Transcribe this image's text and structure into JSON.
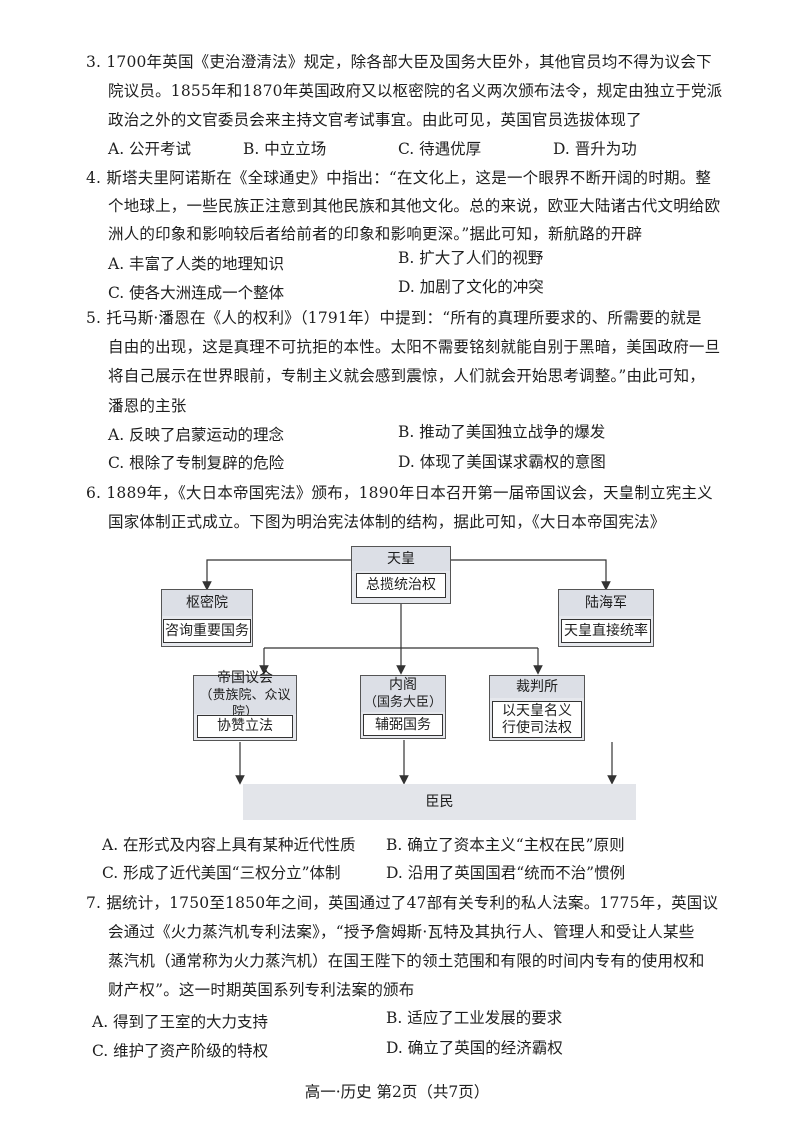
{
  "q3": {
    "lines": [
      "3. 1700年英国《吏治澄清法》规定，除各部大臣及国务大臣外，其他官员均不得为议会下",
      "院议员。1855年和1870年英国政府又以枢密院的名义两次颁布法令，规定由独立于党派",
      "政治之外的文官委员会来主持文官考试事宜。由此可见，英国官员选拔体现了"
    ],
    "options": [
      "A. 公开考试",
      "B. 中立立场",
      "C. 待遇优厚",
      "D. 晋升为功"
    ]
  },
  "q4": {
    "lines": [
      "4. 斯塔夫里阿诺斯在《全球通史》中指出：“在文化上，这是一个眼界不断开阔的时期。整",
      "个地球上，一些民族正注意到其他民族和其他文化。总的来说，欧亚大陆诸古代文明给欧",
      "洲人的印象和影响较后者给前者的印象和影响更深。”据此可知，新航路的开辟"
    ],
    "options": [
      "A. 丰富了人类的地理知识",
      "B. 扩大了人们的视野",
      "C. 使各大洲连成一个整体",
      "D. 加剧了文化的冲突"
    ]
  },
  "q5": {
    "lines": [
      "5. 托马斯·潘恩在《人的权利》（1791年）中提到：“所有的真理所要求的、所需要的就是",
      "自由的出现，这是真理不可抗拒的本性。太阳不需要铭刻就能自别于黑暗，美国政府一旦",
      "将自己展示在世界眼前，专制主义就会感到震惊，人们就会开始思考调整。”由此可知，",
      "潘恩的主张"
    ],
    "options": [
      "A. 反映了启蒙运动的理念",
      "B. 推动了美国独立战争的爆发",
      "C. 根除了专制复辟的危险",
      "D. 体现了美国谋求霸权的意图"
    ]
  },
  "q6": {
    "lines": [
      "6. 1889年，《大日本帝国宪法》颁布，1890年日本召开第一届帝国议会，天皇制立宪主义",
      "国家体制正式成立。下图为明治宪法体制的结构，据此可知，《大日本帝国宪法》"
    ],
    "diagram": {
      "emperor": "天皇",
      "emperor_power": "总揽统治权",
      "privy_council": "枢密院",
      "privy_role": "咨询重要国务",
      "army_navy": "陆海军",
      "army_role": "天皇直接统率",
      "diet_line1": "帝国议会",
      "diet_line2": "（贵族院、众议院）",
      "diet_role": "协赞立法",
      "cabinet_line1": "内阁",
      "cabinet_line2": "（国务大臣）",
      "cabinet_role": "辅弼国务",
      "court": "裁判所",
      "court_role_line1": "以天皇名义",
      "court_role_line2": "行使司法权",
      "subjects": "臣民"
    },
    "options": [
      "A. 在形式及内容上具有某种近代性质",
      "B. 确立了资本主义“主权在民”原则",
      "C. 形成了近代美国“三权分立”体制",
      "D. 沿用了英国国君“统而不治”惯例"
    ]
  },
  "q7": {
    "lines": [
      "7. 据统计，1750至1850年之间，英国通过了47部有关专利的私人法案。1775年，英国议",
      "会通过《火力蒸汽机专利法案》，“授予詹姆斯·瓦特及其执行人、管理人和受让人某些",
      "蒸汽机（通常称为火力蒸汽机）在国王陛下的领土范围和有限的时间内专有的使用权和",
      "财产权”。这一时期英国系列专利法案的颁布"
    ],
    "options": [
      "A. 得到了王室的大力支持",
      "B. 适应了工业发展的要求",
      "C. 维护了资产阶级的特权",
      "D. 确立了英国的经济霸权"
    ]
  },
  "footer": "高一·历史  第2页（共7页）"
}
